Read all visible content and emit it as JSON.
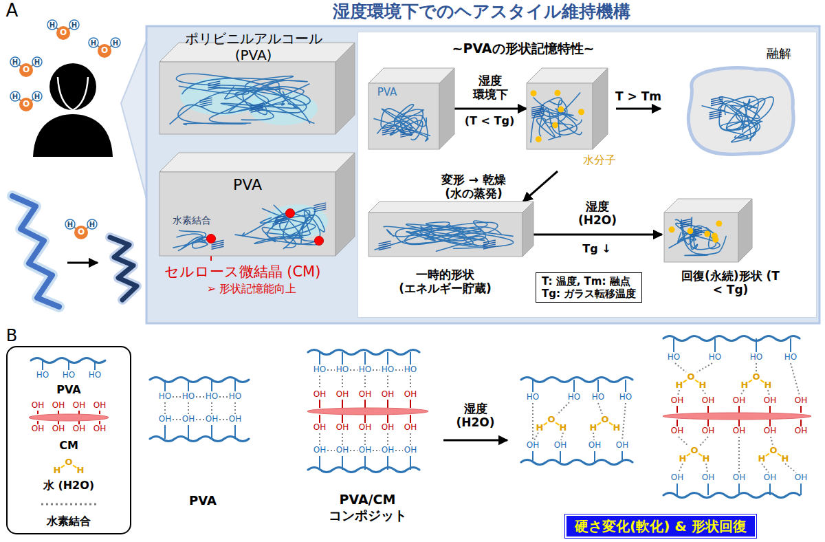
{
  "diagram": {
    "title": "湿度環境下でのヘアスタイル維持機構",
    "nodes": [
      {
        "text": [
          "ポリビニルアルコール (PVA)"
        ]
      },
      {
        "text": [
          "PVA",
          "水素結合"
        ]
      },
      {
        "text": [
          "~PVAの形状記憶特性~"
        ]
      },
      {
        "text": [
          "PVA"
        ],
        "in": 2
      },
      {
        "text": [
          "水分子"
        ],
        "in": 2
      },
      {
        "text": [
          "融解"
        ],
        "in": 2
      },
      {
        "text": [
          "一時的形状 (エネルギー貯蔵)"
        ],
        "in": 2
      },
      {
        "text": [
          "回復(永続)形状 (T < Tg)"
        ],
        "in": 2
      },
      {
        "text": [
          "T: 温度, Tm: 融点",
          "Tg: ガラス転移温度"
        ],
        "in": 2
      },
      {
        "text": [
          "硬さ変化(軟化) & 形状回復"
        ]
      }
    ],
    "edges": [
      {
        "from": 3,
        "to": 4,
        "label": "湿度 環境下",
        "arrow": "to"
      },
      {
        "from": 4,
        "to": 5,
        "label": "T > Tm",
        "arrow": "to"
      },
      {
        "from": 4,
        "to": 6,
        "label": "変形 → 乾燥 (水の蒸発)",
        "arrow": "to"
      },
      {
        "from": 6,
        "to": 7,
        "label": "湿度 (H2O)",
        "arrow": "to"
      }
    ],
    "labels": [
      "A",
      "セルロース微結晶 (CM)",
      "➢ 形状記憶能向上",
      "(T < Tg)",
      "Tg ↓",
      "B",
      "PVA",
      "PVA/CM コンポジット",
      "湿度 (H2O)",
      "H",
      "O",
      "H",
      "H",
      "O",
      "H",
      "H",
      "O",
      "H",
      "H",
      "O",
      "H",
      "H",
      "O",
      "H",
      "HO",
      "HO",
      "HO",
      "OH",
      "OH",
      "OH",
      "OH",
      "OH",
      "OH",
      "OH",
      "OH",
      "H",
      "O",
      "H",
      "HO",
      "HO",
      "HO",
      "HO",
      "OH",
      "OH",
      "OH",
      "OH",
      "HO",
      "HO",
      "HO",
      "HO",
      "HO",
      "OH",
      "OH",
      "OH",
      "OH",
      "OH",
      "OH",
      "OH",
      "OH",
      "OH",
      "OH",
      "OH",
      "OH",
      "OH",
      "OH",
      "OH",
      "HO",
      "HO",
      "HO",
      "HO",
      "H",
      "O",
      "H",
      "H",
      "O",
      "H",
      "OH",
      "OH",
      "OH",
      "OH",
      "HO",
      "HO",
      "HO",
      "HO",
      "H",
      "O",
      "H",
      "H",
      "O",
      "H",
      "OH",
      "OH",
      "OH",
      "OH",
      "OH",
      "OH",
      "OH",
      "OH",
      "OH",
      "OH",
      "H",
      "O",
      "H",
      "H",
      "O",
      "H",
      "OH",
      "OH",
      "OH",
      "OH",
      "OH"
    ],
    "legend": [
      {
        "text": "PVA"
      },
      {
        "text": "CM"
      },
      {
        "text": "水 (H2O)"
      },
      {
        "text": "水素結合"
      }
    ]
  }
}
